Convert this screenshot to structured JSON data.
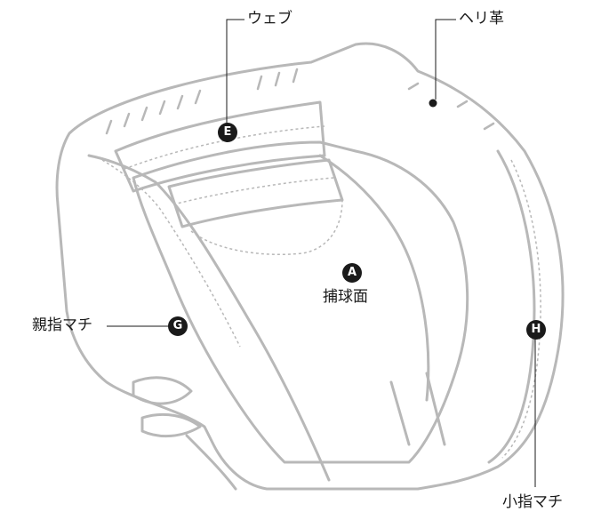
{
  "colors": {
    "outline": "#b5b5b5",
    "ink": "#1a1a1a",
    "background": "#ffffff"
  },
  "labels": {
    "web": "ウェブ",
    "edge_leather": "ヘリ革",
    "palm": "捕球面",
    "thumb_gusset": "親指マチ",
    "pinky_gusset": "小指マチ"
  },
  "markers": {
    "palm": "A",
    "web": "E",
    "thumb_gusset": "G",
    "pinky_gusset": "H"
  }
}
